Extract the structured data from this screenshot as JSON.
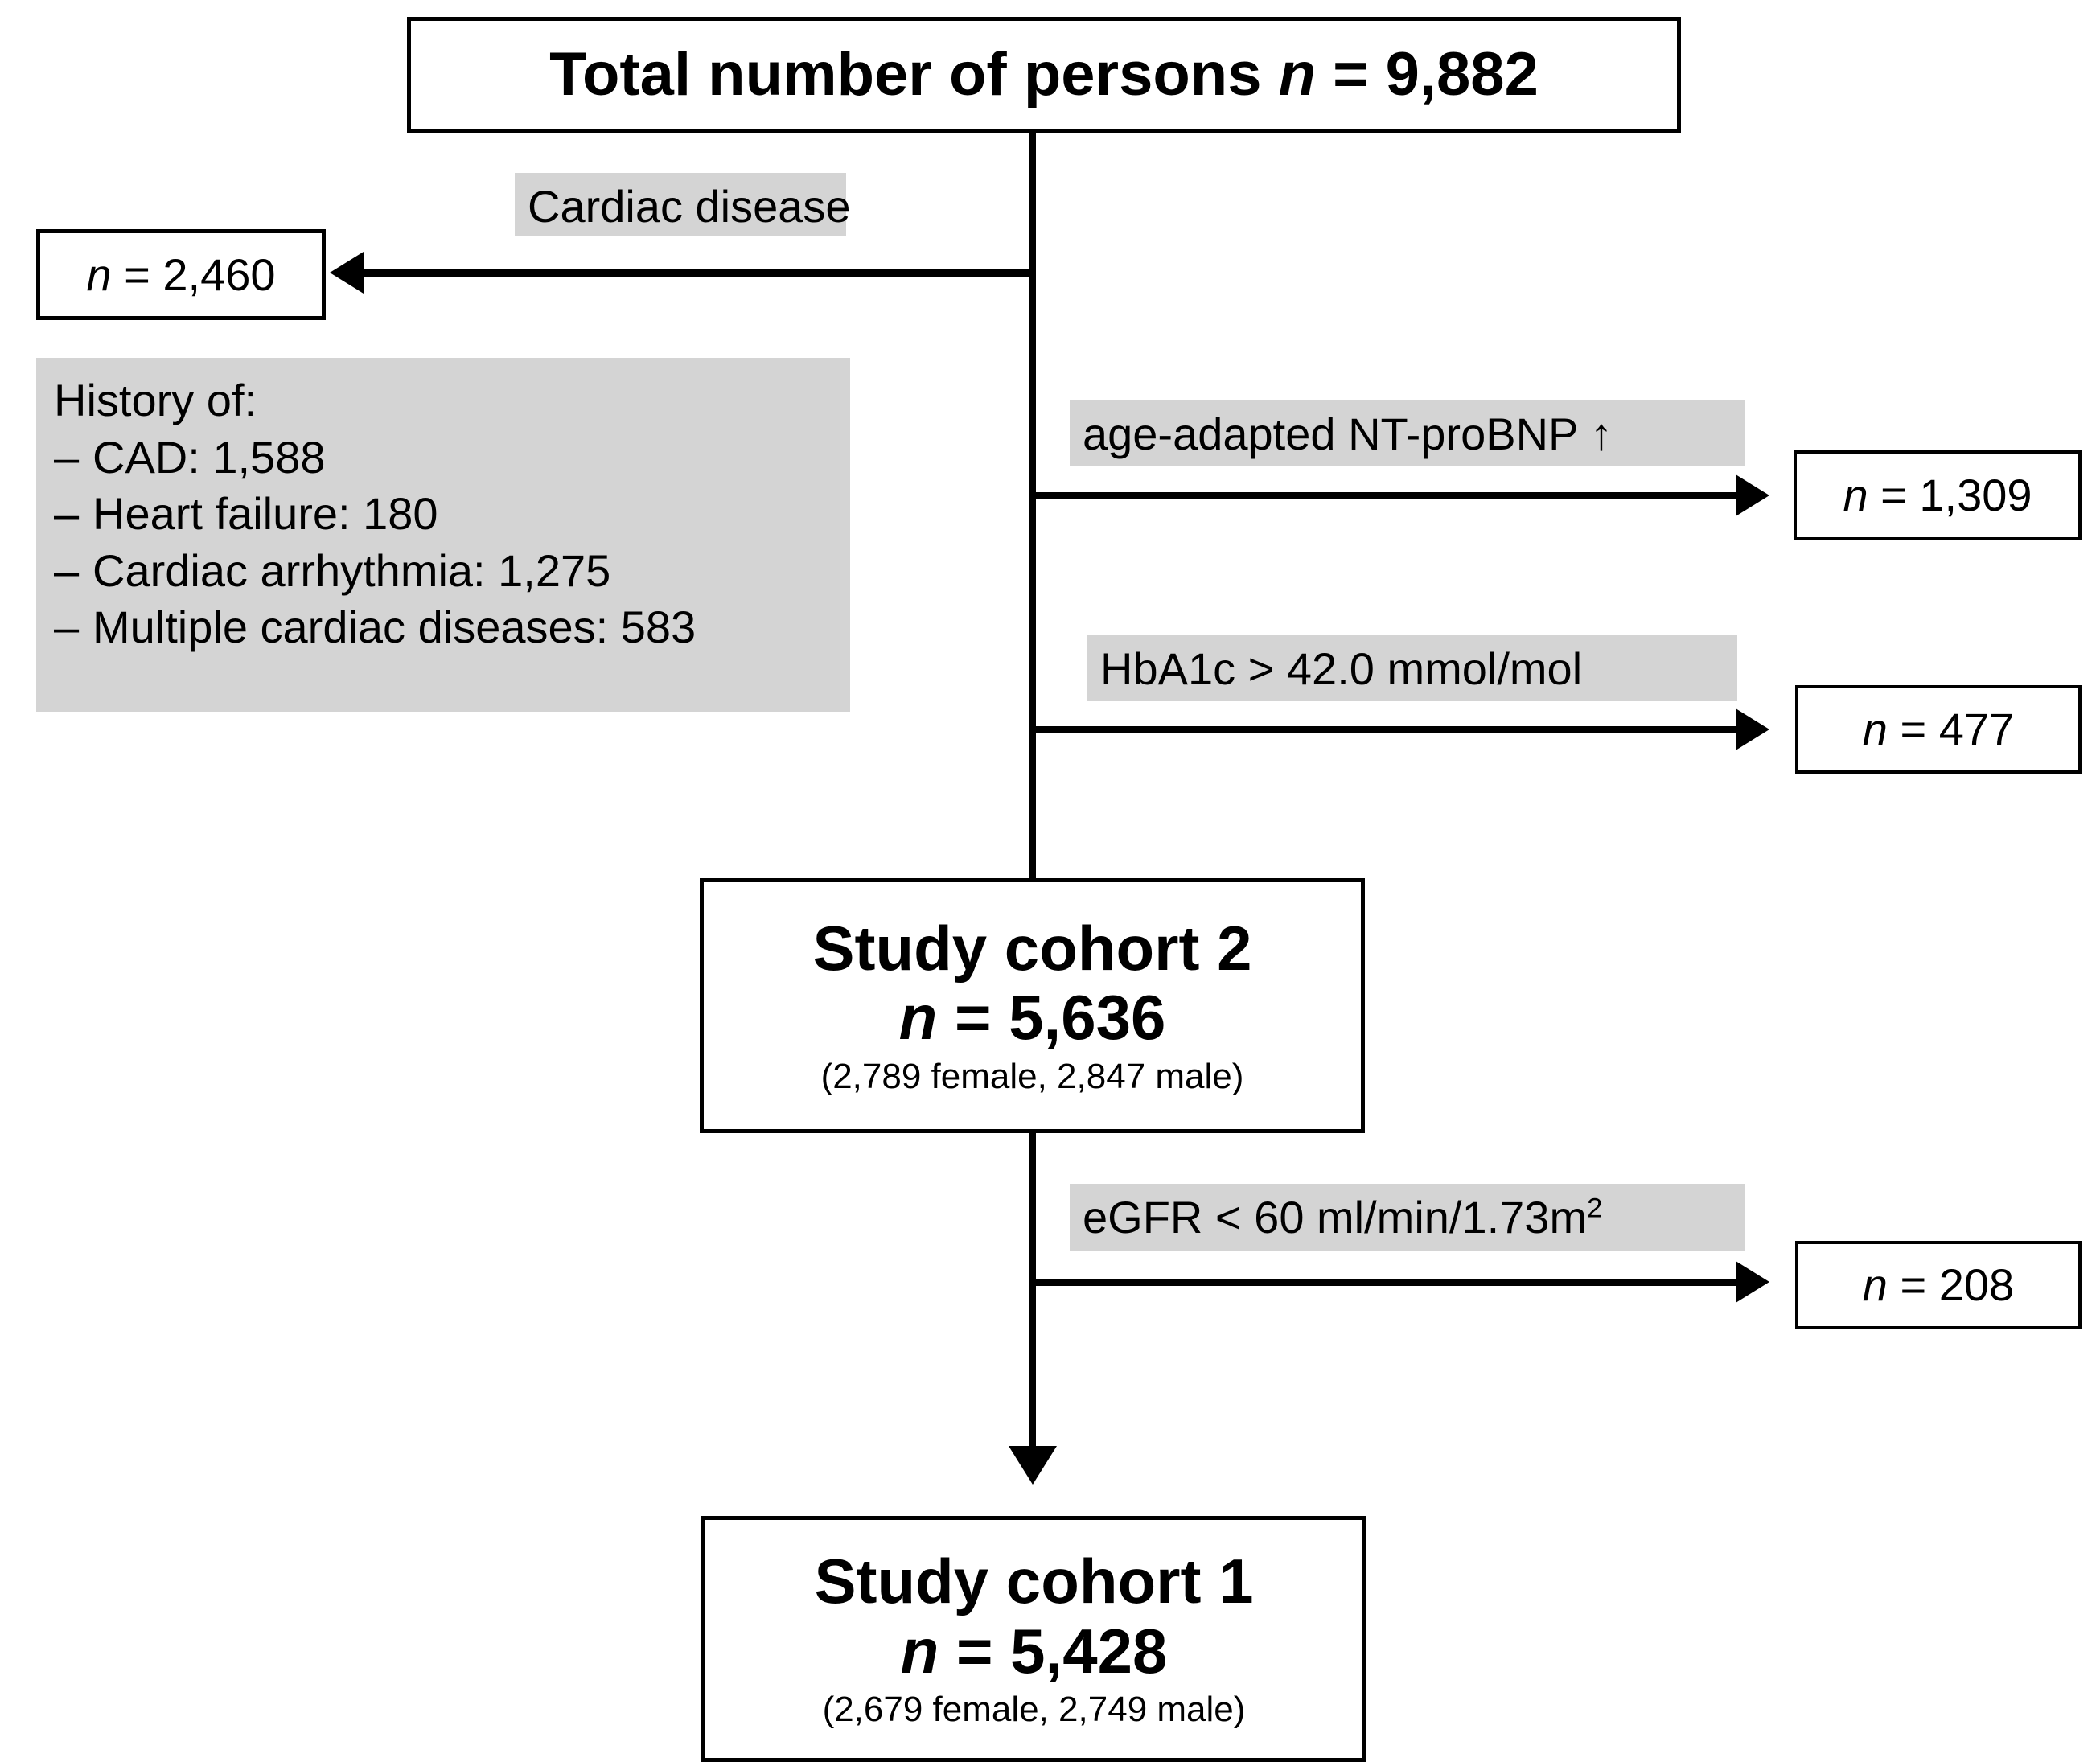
{
  "diagram": {
    "type": "flowchart",
    "title": "Study cohort selection flow diagram",
    "colors": {
      "stroke": "#000000",
      "background": "#ffffff",
      "label_highlight": "#d4d4d4"
    }
  },
  "top_node": {
    "label_prefix": "Total number of persons ",
    "italic_n": "n",
    "label_suffix": " = 9,882",
    "full_text": "Total number of persons n = 9,882",
    "count": 9882
  },
  "exclusions": [
    {
      "id": "cardiac-disease",
      "criterion": "Cardiac disease",
      "italic_n": "n",
      "value_text": " = 2,460",
      "full_text": "n = 2,460",
      "count": 2460,
      "direction": "left"
    },
    {
      "id": "nt-probnp",
      "criterion": "age-adapted NT-proBNP ↑",
      "italic_n": "n",
      "value_text": " = 1,309",
      "full_text": "n = 1,309",
      "count": 1309,
      "direction": "right"
    },
    {
      "id": "hba1c",
      "criterion": "HbA1c > 42.0 mmol/mol",
      "italic_n": "n",
      "value_text": " = 477",
      "full_text": "n = 477",
      "count": 477,
      "direction": "right"
    },
    {
      "id": "egfr",
      "criterion_prefix": "eGFR < 60 ml/min/1.73m",
      "criterion_sup": "2",
      "criterion": "eGFR < 60 ml/min/1.73m2",
      "italic_n": "n",
      "value_text": " = 208",
      "full_text": "n = 208",
      "count": 208,
      "direction": "right"
    }
  ],
  "history_panel": {
    "heading": "History of:",
    "bullet": "–",
    "items": [
      {
        "label": "CAD: 1,588",
        "name": "CAD",
        "count": 1588
      },
      {
        "label": "Heart failure: 180",
        "name": "Heart failure",
        "count": 180
      },
      {
        "label": "Cardiac arrhythmia: 1,275",
        "name": "Cardiac arrhythmia",
        "count": 1275
      },
      {
        "label": "Multiple cardiac diseases: 583",
        "name": "Multiple cardiac diseases",
        "count": 583
      }
    ]
  },
  "cohort_2": {
    "title": "Study cohort 2",
    "italic_n": "n",
    "n_text": " = 5,636",
    "count": 5636,
    "breakdown": "(2,789 female, 2,847 male)",
    "female": 2789,
    "male": 2847
  },
  "cohort_1": {
    "title": "Study cohort 1",
    "italic_n": "n",
    "n_text": " = 5,428",
    "count": 5428,
    "breakdown": "(2,679 female, 2,749 male)",
    "female": 2679,
    "male": 2749
  }
}
